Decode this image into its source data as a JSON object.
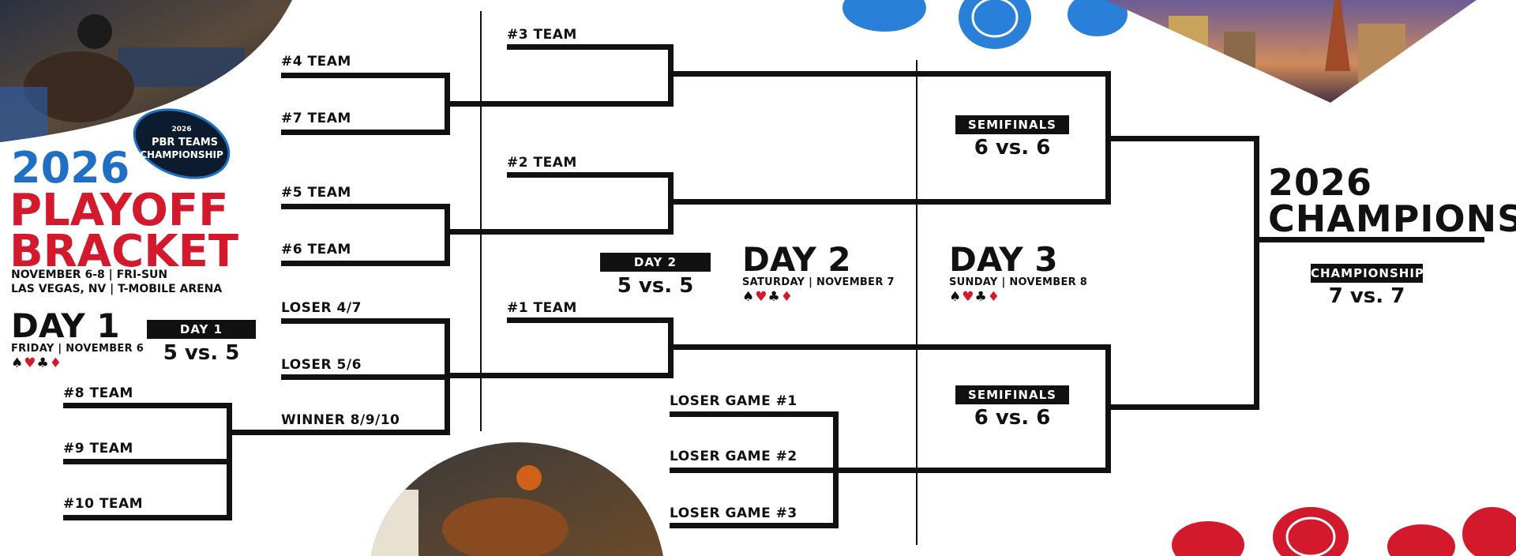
{
  "header": {
    "year": "2026",
    "title_line1": "PLAYOFF",
    "title_line2": "BRACKET",
    "info_line1": "NOVEMBER 6-8 | FRI-SUN",
    "info_line2": "LAS VEGAS, NV | T-MOBILE ARENA",
    "logo_text_top": "2026",
    "logo_text_mid": "PBR TEAMS",
    "logo_text_bottom": "CHAMPIONSHIP"
  },
  "days": {
    "day1": {
      "title": "DAY 1",
      "sub": "FRIDAY | NOVEMBER 6",
      "badge": "DAY 1",
      "vs": "5 vs. 5"
    },
    "day2": {
      "title": "DAY 2",
      "sub": "SATURDAY | NOVEMBER 7",
      "badge": "DAY 2",
      "vs": "5 vs. 5"
    },
    "day3": {
      "title": "DAY 3",
      "sub": "SUNDAY | NOVEMBER 8"
    }
  },
  "suits": {
    "spade": "♠",
    "heart": "♥",
    "club": "♣",
    "diamond": "♦"
  },
  "teams": {
    "t4": "#4 TEAM",
    "t7": "#7 TEAM",
    "t5": "#5 TEAM",
    "t6": "#6 TEAM",
    "l47": "LOSER 4/7",
    "l56": "LOSER 5/6",
    "w8910": "WINNER 8/9/10",
    "t8": "#8 TEAM",
    "t9": "#9 TEAM",
    "t10": "#10 TEAM",
    "t3": "#3 TEAM",
    "t2": "#2 TEAM",
    "t1": "#1 TEAM",
    "lg1": "LOSER GAME #1",
    "lg2": "LOSER GAME #2",
    "lg3": "LOSER GAME #3"
  },
  "semis": {
    "top": {
      "badge": "SEMIFINALS",
      "vs": "6 vs. 6"
    },
    "bottom": {
      "badge": "SEMIFINALS",
      "vs": "6 vs. 6"
    }
  },
  "final": {
    "champ_line1": "2026",
    "champ_line2": "CHAMPIONS",
    "badge": "CHAMPIONSHIP",
    "vs": "7 vs. 7"
  },
  "colors": {
    "blue": "#1f6fc5",
    "red": "#d3192c",
    "black": "#111111"
  }
}
